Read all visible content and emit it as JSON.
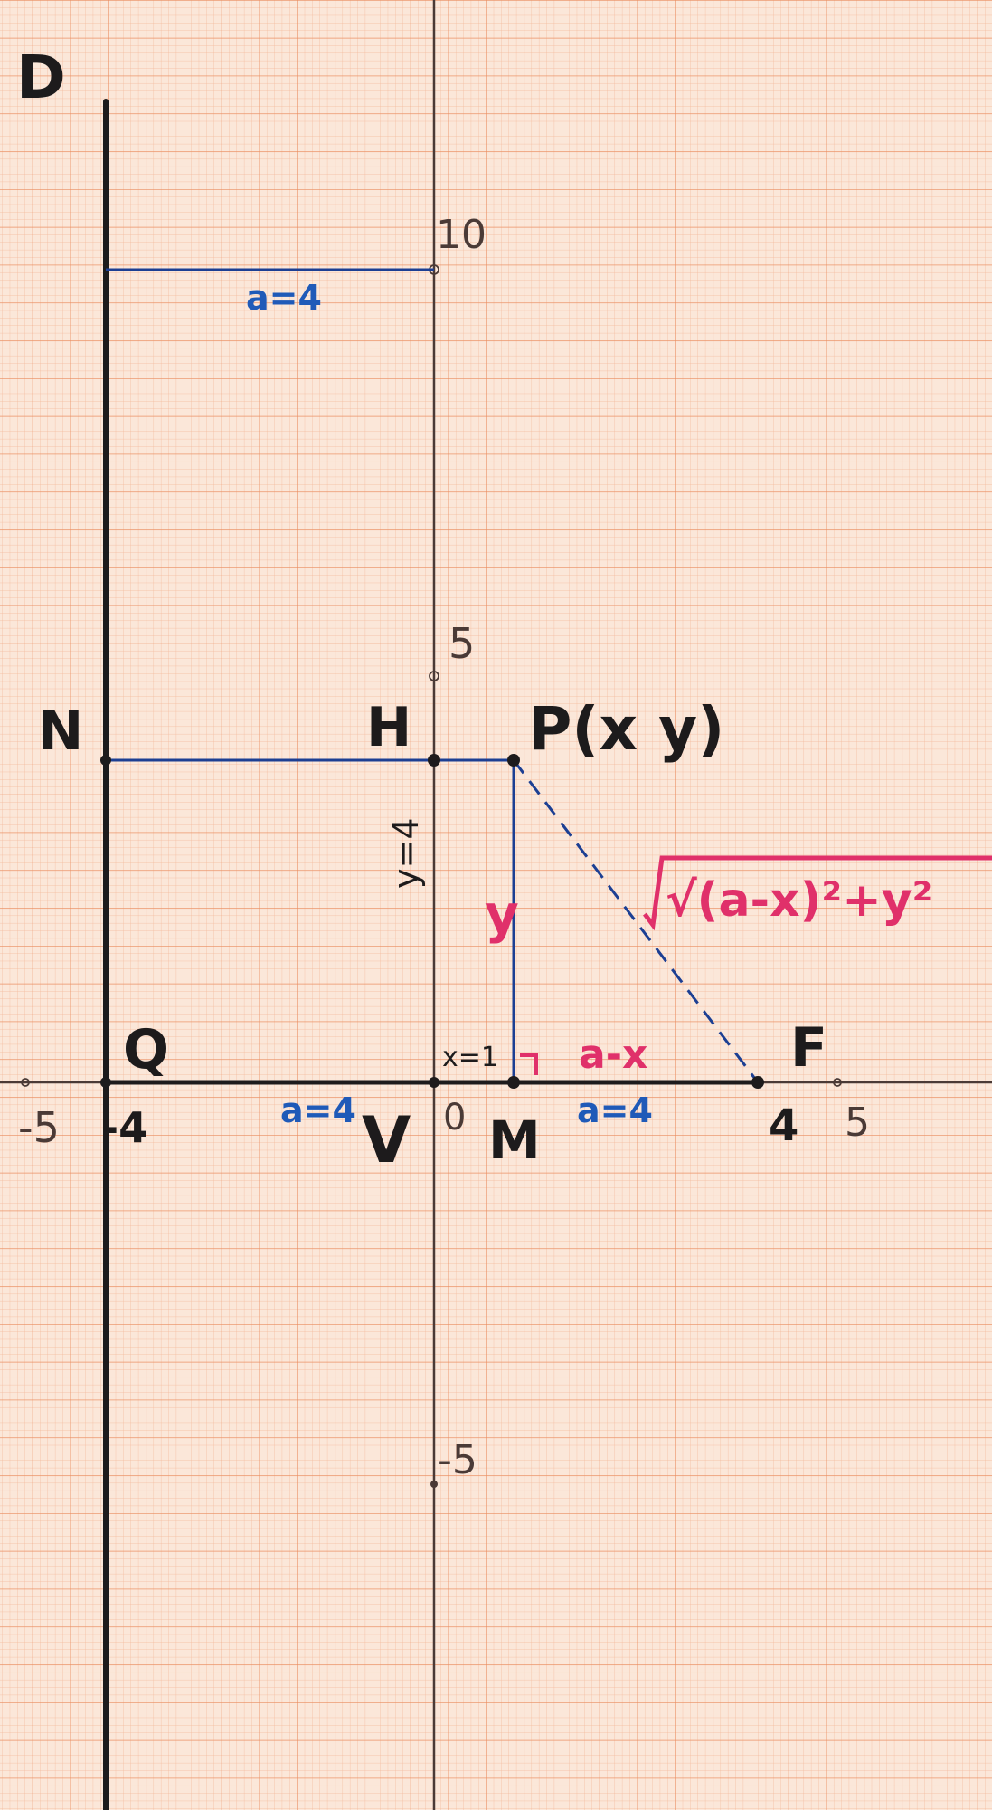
{
  "colors": {
    "paper": "#fbe7d9",
    "grid_minor": "#f4b899",
    "grid_major": "#e98c5e",
    "axis": "#4a3a36",
    "black_ink": "#1d1b1c",
    "blue_ink": "#1c3f93",
    "blue_label": "#1f5ab8",
    "pink_ink": "#e0306a"
  },
  "labels": {
    "directrix": "D",
    "point_n": "N",
    "point_h": "H",
    "point_p": "P(x y)",
    "point_q": "Q",
    "point_v": "V",
    "point_m": "M",
    "point_f": "F",
    "distance_top": "a=4",
    "distance_left": "a=4",
    "distance_right": "a=4",
    "y_value": "y=4",
    "x_value": "x=1",
    "leg_y": "y",
    "leg_base": "a-x",
    "hypotenuse": "√(a-x)²+y²"
  },
  "ticks": {
    "x_neg5": "-5",
    "x_neg4": "-4",
    "origin": "0",
    "x_4": "4",
    "x_5": "5",
    "y_10": "10",
    "y_5": "5",
    "y_neg5": "-5"
  },
  "icons": {
    "right_angle": "right-angle-mark"
  }
}
